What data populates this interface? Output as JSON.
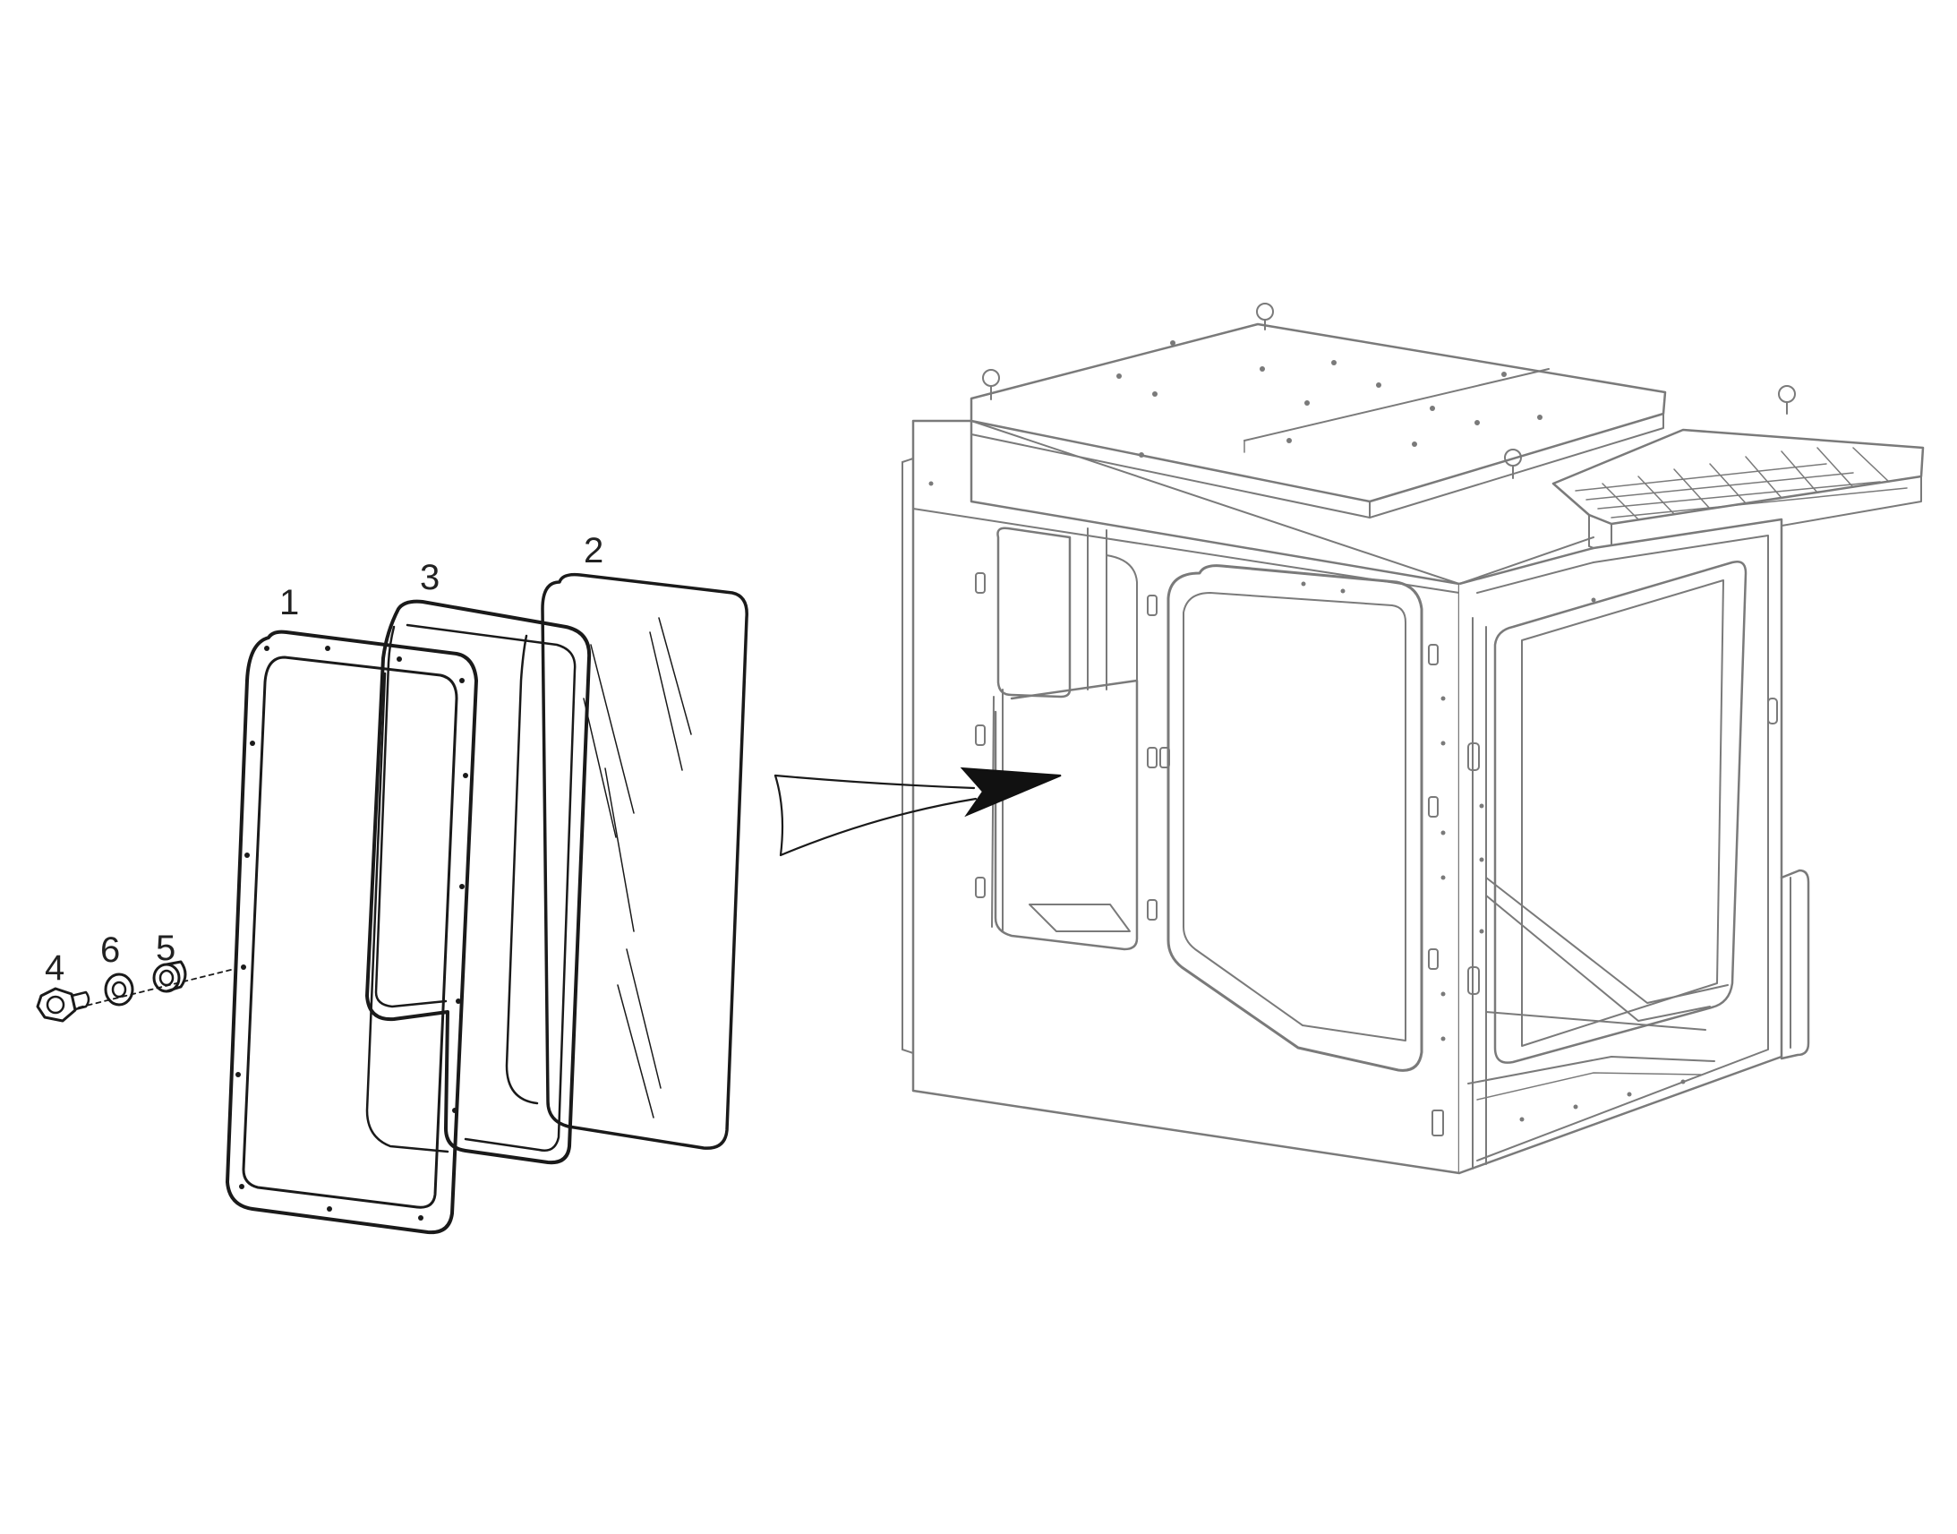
{
  "diagram": {
    "callouts": [
      {
        "id": "1",
        "label": "1"
      },
      {
        "id": "2",
        "label": "2"
      },
      {
        "id": "3",
        "label": "3"
      },
      {
        "id": "4",
        "label": "4"
      },
      {
        "id": "5",
        "label": "5"
      },
      {
        "id": "6",
        "label": "6"
      }
    ],
    "parts": {
      "1": "frame",
      "2": "glass-pane",
      "3": "seal",
      "4": "bolt",
      "5": "spacer",
      "6": "washer"
    },
    "colors": {
      "part_ink": "#1a1a1a",
      "cab_ink": "#7a7a7a",
      "background": "#ffffff"
    }
  }
}
